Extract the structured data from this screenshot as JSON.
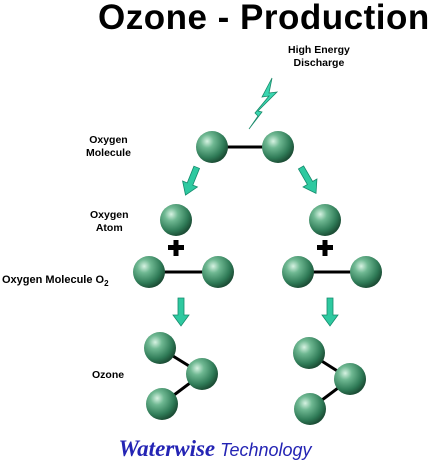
{
  "title": "Ozone - Production",
  "discharge_label": [
    "High Energy",
    "Discharge"
  ],
  "oxygen_molecule_label": [
    "Oxygen",
    "Molecule"
  ],
  "oxygen_atom_label": [
    "Oxygen",
    "Atom"
  ],
  "oxygen_molecule_o2_label": "Oxygen Molecule O",
  "oxygen_molecule_o2_subscript": "2",
  "ozone_label": "Ozone",
  "footer": {
    "brand": "Waterwise",
    "suffix": " Technology"
  },
  "colors": {
    "atom": "#3a8a64",
    "arrow": "#2ec9a0",
    "bolt": "#3ad6b0",
    "brand": "#2424b4"
  }
}
